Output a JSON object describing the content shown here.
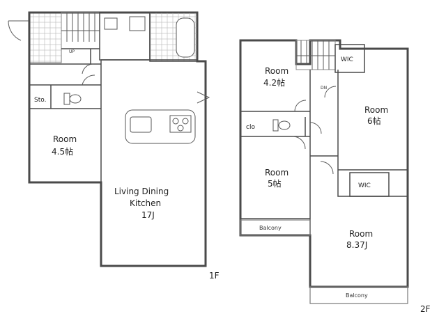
{
  "floor1": {
    "label": "1F",
    "rooms": {
      "room_west": {
        "name": "Room",
        "size": "4.5帖"
      },
      "ldk": {
        "line1": "Living Dining",
        "line2": "Kitchen",
        "size": "17J"
      },
      "storage": "Sto.",
      "stair_up": "UP"
    }
  },
  "floor2": {
    "label": "2F",
    "rooms": {
      "room_nw": {
        "name": "Room",
        "size": "4.2帖"
      },
      "room_ne": {
        "name": "Room",
        "size": "6帖"
      },
      "room_w": {
        "name": "Room",
        "size": "5帖"
      },
      "room_se": {
        "name": "Room",
        "size": "8.37J"
      },
      "wic_top": "WIC",
      "wic_mid": "WIC",
      "closet": "clo",
      "balcony_w": "Balcony",
      "balcony_s": "Balcony",
      "stair_dn": "DN"
    }
  }
}
